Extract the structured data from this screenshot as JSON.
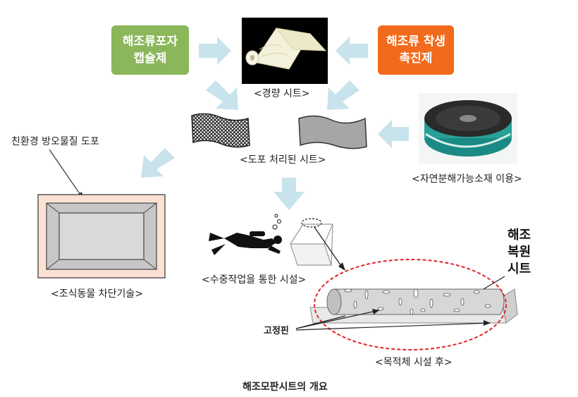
{
  "capsule_box": {
    "line1": "해조류포자",
    "line2": "캡슐제",
    "color": "#8bb75a"
  },
  "promoter_box": {
    "line1": "해조류 착생",
    "line2": "촉진제",
    "color": "#f26b1d"
  },
  "light_sheet_caption": "<경량 시트>",
  "coated_sheet_caption": "<도포 처리된 시트>",
  "biodegradable_caption": "<자연분해가능소재 이용>",
  "coating_label": "친환경 방오물질 도포",
  "blocking_caption": "<조식동물 차단기술>",
  "underwater_caption": "<수중작업을 통한 시설>",
  "restore_label": {
    "line1": "해조",
    "line2": "복원",
    "line3": "시트"
  },
  "pin_label": "고정핀",
  "after_caption": "<목적체 시설 후>",
  "figure_title": "해조모판시트의 개요",
  "colors": {
    "arrow": "#c8e3ec",
    "ellipse": "#e0262b"
  }
}
